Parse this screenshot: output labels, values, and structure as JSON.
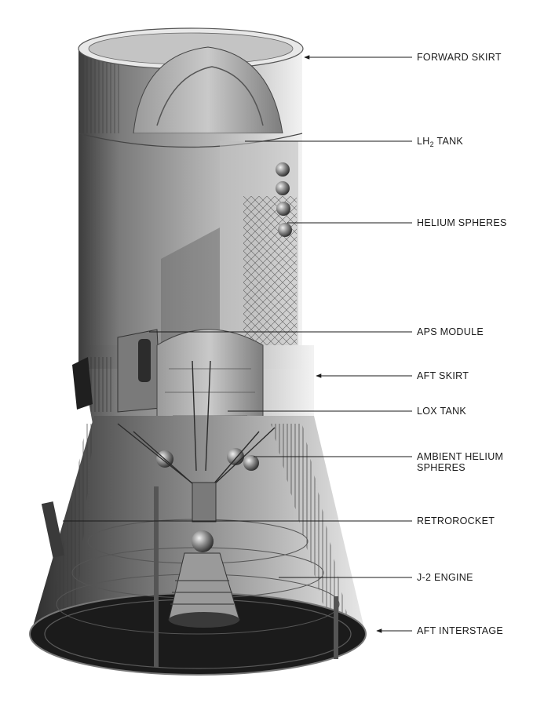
{
  "figure": {
    "description_labels": [
      {
        "id": "forward-skirt",
        "text": "FORWARD SKIRT"
      },
      {
        "id": "lh2-tank",
        "text": "LH",
        "subscript": "2",
        "suffix": " TANK"
      },
      {
        "id": "helium-spheres",
        "text": "HELIUM SPHERES"
      },
      {
        "id": "aps-module",
        "text": "APS MODULE"
      },
      {
        "id": "aft-skirt",
        "text": "AFT SKIRT"
      },
      {
        "id": "lox-tank",
        "text": "LOX TANK"
      },
      {
        "id": "ambient-helium-spheres",
        "text": "AMBIENT HELIUM",
        "line2": "SPHERES"
      },
      {
        "id": "retrorocket",
        "text": "RETROROCKET"
      },
      {
        "id": "j2-engine",
        "text": "J-2 ENGINE"
      },
      {
        "id": "aft-interstage",
        "text": "AFT INTERSTAGE"
      }
    ]
  },
  "colors": {
    "ink": "#1a1a1a",
    "metal_dark": "#4a4a4a",
    "metal_mid": "#8c8c8c",
    "metal_light": "#d6d6d6",
    "background": "#ffffff"
  }
}
